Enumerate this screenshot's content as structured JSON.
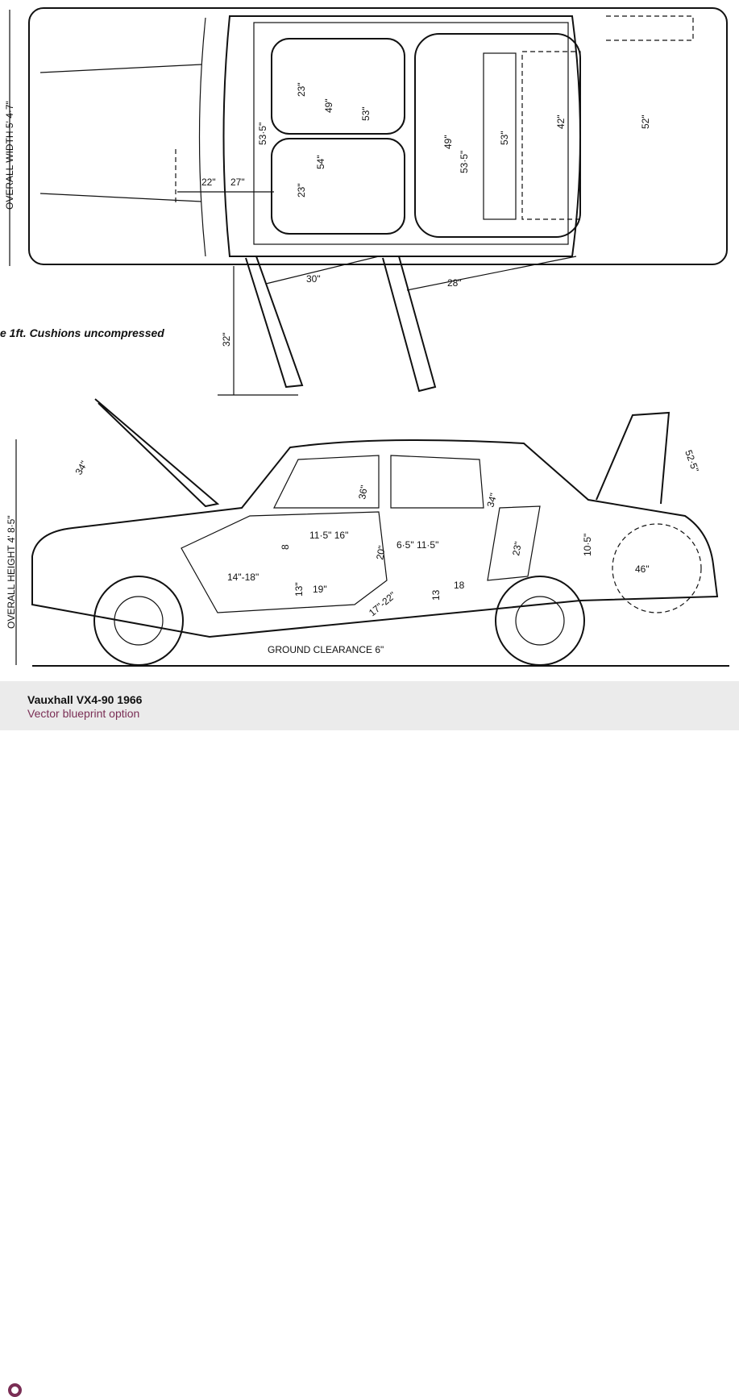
{
  "blueprint": {
    "top_view": {
      "overall_width": "OVERALL WIDTH 5' 4·7\"",
      "dims": [
        "53·5\"",
        "23\"",
        "49\"",
        "53\"",
        "54\"",
        "23\"",
        "22\"",
        "27\"",
        "49\"",
        "53·5\"",
        "53\"",
        "42\"",
        "52\"",
        "30\"",
        "28\"",
        "32\""
      ],
      "note": "e 1ft. Cushions uncompressed"
    },
    "side_view": {
      "overall_height": "OVERALL HEIGHT 4' 8·5\"",
      "dims": [
        "34\"",
        "36\"",
        "11·5\" 16\"",
        "8",
        "20\"",
        "6·5\" 11·5\"",
        "34\"",
        "23\"",
        "10·5\"",
        "52·5\"",
        "46\"",
        "14\"-18\"",
        "13\"",
        "19\"",
        "17\"-22\"",
        "13",
        "18"
      ],
      "ground_clearance": "GROUND CLEARANCE 6\""
    }
  },
  "caption": {
    "title": "Vauxhall VX4-90 1966",
    "subtitle": "Vector blueprint option",
    "accent": "#7a2e55"
  }
}
